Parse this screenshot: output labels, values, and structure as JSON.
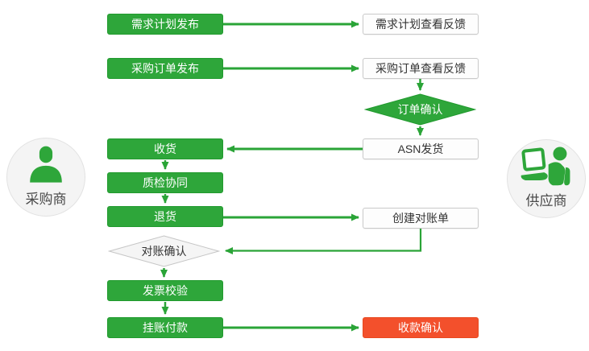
{
  "actors": {
    "buyer": {
      "label": "采购商"
    },
    "supplier": {
      "label": "供应商"
    }
  },
  "buyer_steps": {
    "demand_publish": {
      "label": "需求计划发布"
    },
    "po_publish": {
      "label": "采购订单发布"
    },
    "receive": {
      "label": "收货"
    },
    "quality_check": {
      "label": "质检协同"
    },
    "return_goods": {
      "label": "退货"
    },
    "recon_confirm": {
      "label": "对账确认"
    },
    "invoice_verify": {
      "label": "发票校验"
    },
    "payment": {
      "label": "挂账付款"
    }
  },
  "supplier_steps": {
    "demand_feedback": {
      "label": "需求计划查看反馈"
    },
    "po_feedback": {
      "label": "采购订单查看反馈"
    },
    "order_confirm": {
      "label": "订单确认"
    },
    "asn_ship": {
      "label": "ASN发货"
    },
    "create_recon": {
      "label": "创建对账单"
    },
    "receipt_confirm": {
      "label": "收款确认"
    }
  },
  "colors": {
    "process_green": "#2EA63A",
    "arrow_green": "#2AA437",
    "alert_red": "#F3502C",
    "neutral_box_border": "#C9C9C9"
  }
}
